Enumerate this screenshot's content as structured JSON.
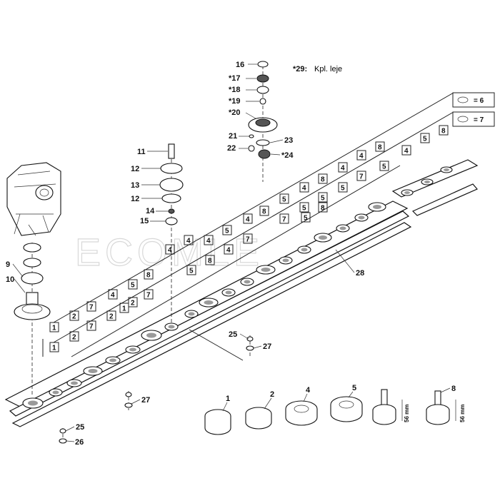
{
  "note": {
    "key": "*29:",
    "text": "Kpl. leje"
  },
  "legend": [
    {
      "value": "= 6"
    },
    {
      "value": "= 7"
    }
  ],
  "watermark": "ECOMLE",
  "callouts": [
    {
      "id": "16",
      "label": "16"
    },
    {
      "id": "17",
      "label": "*17"
    },
    {
      "id": "18",
      "label": "*18"
    },
    {
      "id": "19",
      "label": "*19"
    },
    {
      "id": "20",
      "label": "*20"
    },
    {
      "id": "21",
      "label": "21"
    },
    {
      "id": "22",
      "label": "22"
    },
    {
      "id": "23",
      "label": "23"
    },
    {
      "id": "24",
      "label": "*24"
    },
    {
      "id": "11",
      "label": "11"
    },
    {
      "id": "12a",
      "label": "12"
    },
    {
      "id": "13",
      "label": "13"
    },
    {
      "id": "12b",
      "label": "12"
    },
    {
      "id": "14",
      "label": "14"
    },
    {
      "id": "15",
      "label": "15"
    },
    {
      "id": "9",
      "label": "9"
    },
    {
      "id": "10",
      "label": "10"
    },
    {
      "id": "28",
      "label": "28"
    },
    {
      "id": "25a",
      "label": "25"
    },
    {
      "id": "27a",
      "label": "27"
    },
    {
      "id": "27b",
      "label": "27"
    },
    {
      "id": "25b",
      "label": "25"
    },
    {
      "id": "26",
      "label": "26"
    },
    {
      "id": "g1",
      "label": "1"
    },
    {
      "id": "g2",
      "label": "2"
    },
    {
      "id": "g4",
      "label": "4"
    },
    {
      "id": "g5",
      "label": "5"
    },
    {
      "id": "g8",
      "label": "8"
    }
  ],
  "dims": [
    {
      "id": "d1",
      "label": "56 mm"
    },
    {
      "id": "d2",
      "label": "56 mm"
    }
  ],
  "boxes": [
    "1",
    "1",
    "2",
    "2",
    "7",
    "7",
    "2",
    "1",
    "2",
    "4",
    "5",
    "8",
    "7",
    "4",
    "4",
    "5",
    "8",
    "4",
    "5",
    "4",
    "4",
    "7",
    "8",
    "5",
    "7",
    "4",
    "5",
    "8",
    "5",
    "5",
    "4",
    "7",
    "4",
    "8",
    "5",
    "4",
    "5",
    "8",
    "5",
    "8"
  ]
}
